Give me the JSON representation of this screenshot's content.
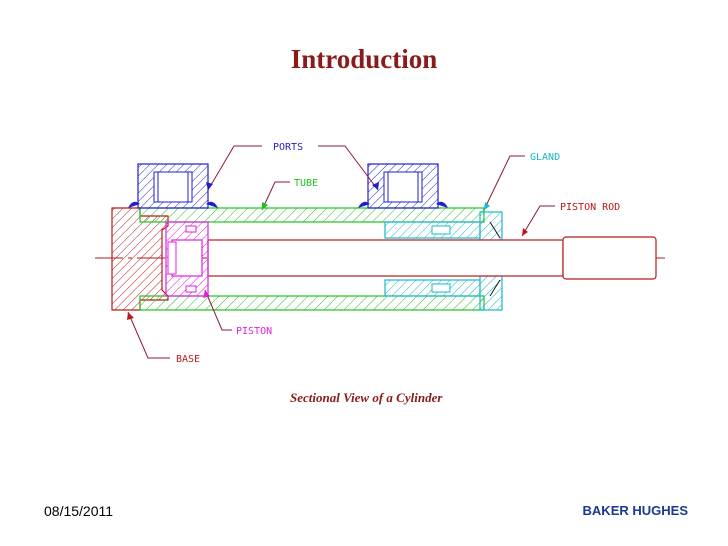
{
  "slide": {
    "title": "Introduction",
    "caption": "Sectional View of a Cylinder",
    "footer_date": "08/15/2011",
    "footer_company": "BAKER HUGHES"
  },
  "diagram": {
    "labels": {
      "ports": "PORTS",
      "tube": "TUBE",
      "gland": "GLAND",
      "piston_rod": "PISTON ROD",
      "piston": "PISTON",
      "base": "BASE"
    }
  },
  "colors": {
    "title": "#8b1a1a",
    "company": "#1a3a8f",
    "ports": "#1f1fcc",
    "tube": "#20c020",
    "gland": "#19b8c8",
    "piston": "#e020e0",
    "base_and_rod": "#b81a1a",
    "leaders": "#8b1a3a"
  }
}
